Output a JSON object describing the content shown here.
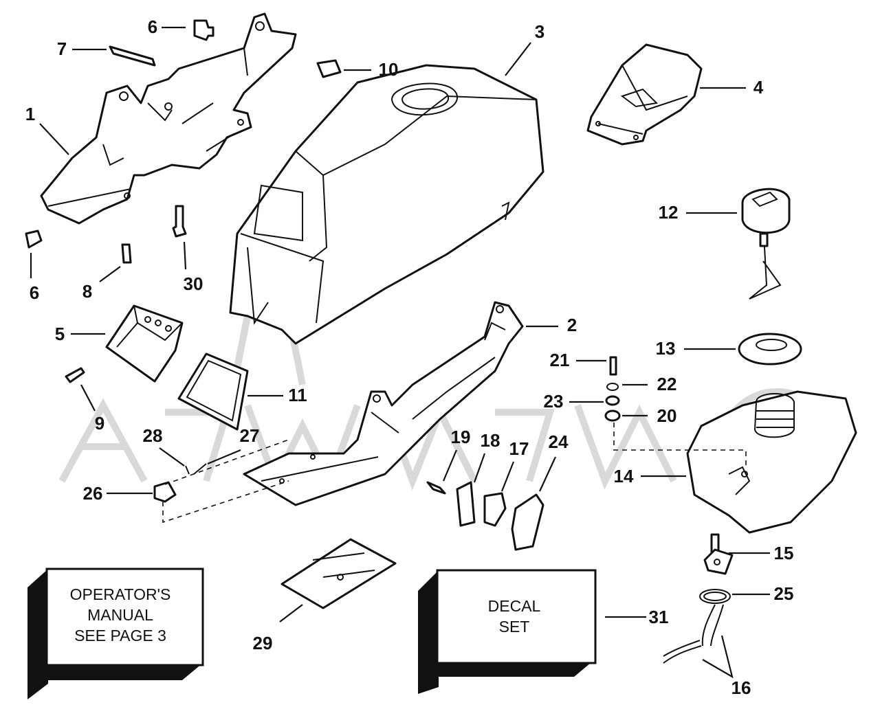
{
  "callouts": {
    "c1": "1",
    "c2": "2",
    "c3": "3",
    "c4": "4",
    "c5": "5",
    "c6a": "6",
    "c6b": "6",
    "c7": "7",
    "c8": "8",
    "c9": "9",
    "c10": "10",
    "c11": "11",
    "c12": "12",
    "c13": "13",
    "c14": "14",
    "c15": "15",
    "c16": "16",
    "c17": "17",
    "c18": "18",
    "c19": "19",
    "c20": "20",
    "c21": "21",
    "c22": "22",
    "c23": "23",
    "c24": "24",
    "c25": "25",
    "c26": "26",
    "c27": "27",
    "c28": "28",
    "c29": "29",
    "c30": "30",
    "c31": "31"
  },
  "boxes": {
    "manual": {
      "line1": "OPERATOR'S",
      "line2": "MANUAL",
      "line3": "SEE PAGE 3"
    },
    "decal": {
      "line1": "DECAL",
      "line2": "SET"
    }
  }
}
